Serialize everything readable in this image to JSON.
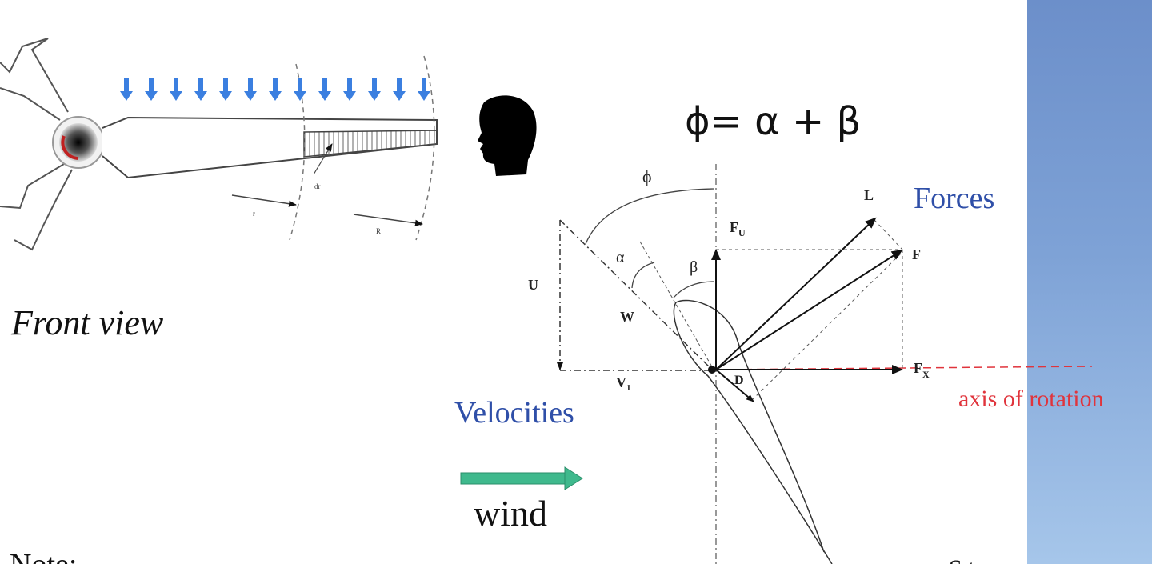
{
  "labels": {
    "front_view": "Front view",
    "formula": "ϕ= α + β",
    "forces": "Forces",
    "velocities": "Velocities",
    "wind": "wind",
    "axis_of_rotation": "axis of rotation",
    "note": "Note:",
    "phi": "ϕ",
    "alpha": "α",
    "beta": "β",
    "U": "U",
    "W": "W",
    "V": "V",
    "V_sub": "1",
    "L": "L",
    "F": "F",
    "F_U": "F",
    "F_U_sub": "U",
    "F_X": "F",
    "F_X_sub": "X",
    "D": "D",
    "blade_r1": "r",
    "blade_R": "R",
    "blade_dr": "dr",
    "corner_text": "S.t."
  },
  "colors": {
    "blue_label": "#2f4fa8",
    "red_axis": "#e0343c",
    "wind_arrow": "#3fb98d",
    "down_arrows": "#3b7fe0",
    "panel": "#7ea2d6"
  },
  "icons": {
    "head": "head-silhouette-icon",
    "wind": "arrow-right-icon",
    "down": "arrow-down-icon"
  }
}
